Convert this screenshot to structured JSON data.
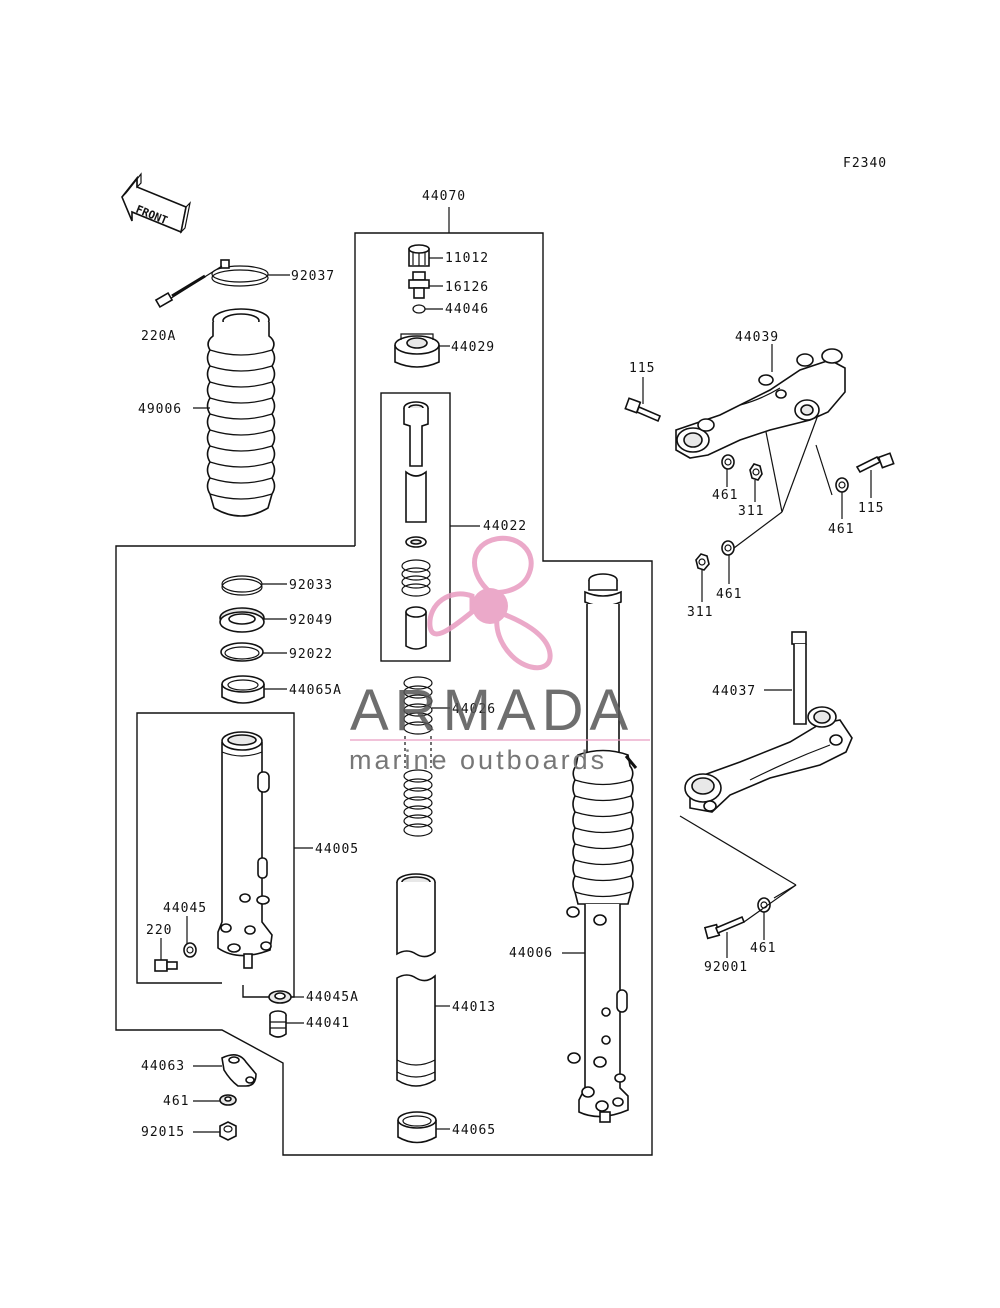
{
  "figure_code": "F2340",
  "direction_label": "FRONT",
  "parts": [
    {
      "id": "p-44070",
      "label": "44070"
    },
    {
      "id": "p-11012",
      "label": "11012"
    },
    {
      "id": "p-16126",
      "label": "16126"
    },
    {
      "id": "p-44046",
      "label": "44046"
    },
    {
      "id": "p-44029",
      "label": "44029"
    },
    {
      "id": "p-44022",
      "label": "44022"
    },
    {
      "id": "p-44026",
      "label": "44026"
    },
    {
      "id": "p-44013",
      "label": "44013"
    },
    {
      "id": "p-44065",
      "label": "44065"
    },
    {
      "id": "p-92037",
      "label": "92037"
    },
    {
      "id": "p-220A",
      "label": "220A"
    },
    {
      "id": "p-49006",
      "label": "49006"
    },
    {
      "id": "p-92033",
      "label": "92033"
    },
    {
      "id": "p-92049",
      "label": "92049"
    },
    {
      "id": "p-92022",
      "label": "92022"
    },
    {
      "id": "p-44065A",
      "label": "44065A"
    },
    {
      "id": "p-44005",
      "label": "44005"
    },
    {
      "id": "p-44045",
      "label": "44045"
    },
    {
      "id": "p-220",
      "label": "220"
    },
    {
      "id": "p-44045A",
      "label": "44045A"
    },
    {
      "id": "p-44041",
      "label": "44041"
    },
    {
      "id": "p-44063",
      "label": "44063"
    },
    {
      "id": "p-461-a",
      "label": "461"
    },
    {
      "id": "p-92015",
      "label": "92015"
    },
    {
      "id": "p-44006",
      "label": "44006"
    },
    {
      "id": "p-44039",
      "label": "44039"
    },
    {
      "id": "p-115-a",
      "label": "115"
    },
    {
      "id": "p-461-b",
      "label": "461"
    },
    {
      "id": "p-311-a",
      "label": "311"
    },
    {
      "id": "p-115-b",
      "label": "115"
    },
    {
      "id": "p-461-c",
      "label": "461"
    },
    {
      "id": "p-311-b",
      "label": "311"
    },
    {
      "id": "p-461-d",
      "label": "461"
    },
    {
      "id": "p-44037",
      "label": "44037"
    },
    {
      "id": "p-92001",
      "label": "92001"
    },
    {
      "id": "p-461-e",
      "label": "461"
    }
  ],
  "watermark": {
    "brand": "ARMADA",
    "tagline": "marine outboards",
    "logo_color": "#e89bc0"
  }
}
